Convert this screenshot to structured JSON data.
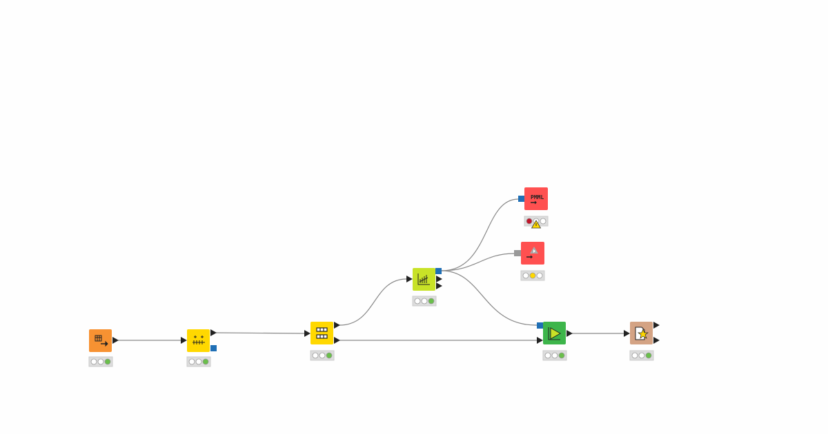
{
  "workflow": {
    "nodes": [
      {
        "id": "table-reader",
        "color": "#f79232",
        "icon": "table-reader-icon",
        "status": "executed"
      },
      {
        "id": "normalizer",
        "color": "#ffd800",
        "icon": "normalizer-icon",
        "status": "executed"
      },
      {
        "id": "partitioning",
        "color": "#ffd800",
        "icon": "partitioning-icon",
        "status": "executed"
      },
      {
        "id": "learner",
        "color": "#c8e227",
        "icon": "learner-icon",
        "status": "executed"
      },
      {
        "id": "pmml-writer",
        "color": "#ff5050",
        "icon": "pmml-writer-icon",
        "icon_text": "PMML",
        "status": "error",
        "warning": true
      },
      {
        "id": "model-writer",
        "color": "#ff5050",
        "icon": "model-writer-icon",
        "status": "configured"
      },
      {
        "id": "predictor",
        "color": "#3db54a",
        "icon": "predictor-icon",
        "status": "executed"
      },
      {
        "id": "scorer",
        "color": "#d4a384",
        "icon": "scorer-icon",
        "status": "executed"
      }
    ],
    "colors": {
      "model_port": "#1f6fb5",
      "generic_port": "#999999",
      "status_green": "#6abf4b",
      "status_yellow": "#ffd800",
      "status_red": "#c0152a",
      "connection": "#888888"
    }
  }
}
